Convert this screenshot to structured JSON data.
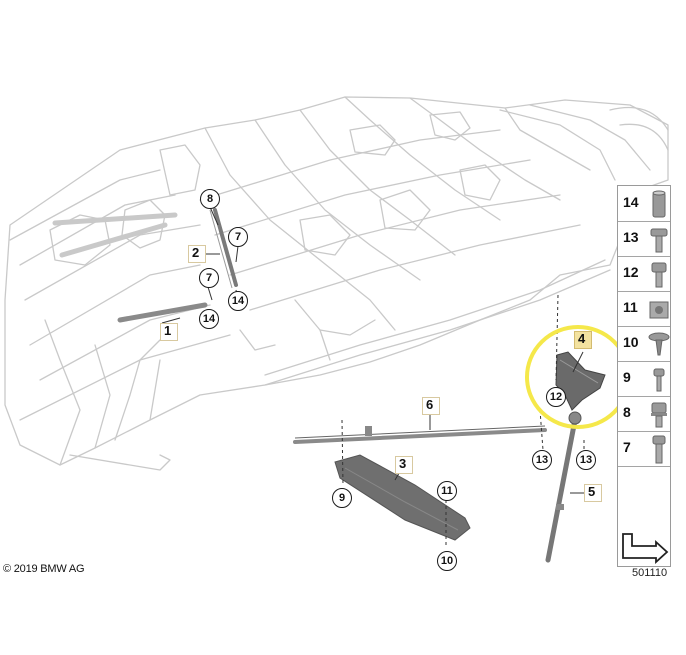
{
  "diagram": {
    "callouts": [
      "8",
      "7",
      "7",
      "14",
      "14",
      "12",
      "13",
      "13",
      "9",
      "11",
      "10"
    ],
    "labels": [
      "2",
      "1",
      "6",
      "3",
      "5",
      "4"
    ],
    "legend": [
      {
        "number": "14",
        "part": "sleeve-icon"
      },
      {
        "number": "13",
        "part": "collar-bolt-icon"
      },
      {
        "number": "12",
        "part": "hex-bolt-icon"
      },
      {
        "number": "11",
        "part": "clip-nut-icon"
      },
      {
        "number": "10",
        "part": "expanding-rivet-icon"
      },
      {
        "number": "9",
        "part": "small-bolt-icon"
      },
      {
        "number": "8",
        "part": "flange-bolt-icon"
      },
      {
        "number": "7",
        "part": "long-bolt-icon"
      },
      {
        "number": "",
        "part": "direction-arrow-icon"
      }
    ],
    "copyright": "© 2019 BMW AG",
    "figure_id": "501110",
    "colors": {
      "body_lines": "#c9c9c9",
      "parts": "#6f6f6f",
      "highlight": "#f5e84a"
    }
  }
}
